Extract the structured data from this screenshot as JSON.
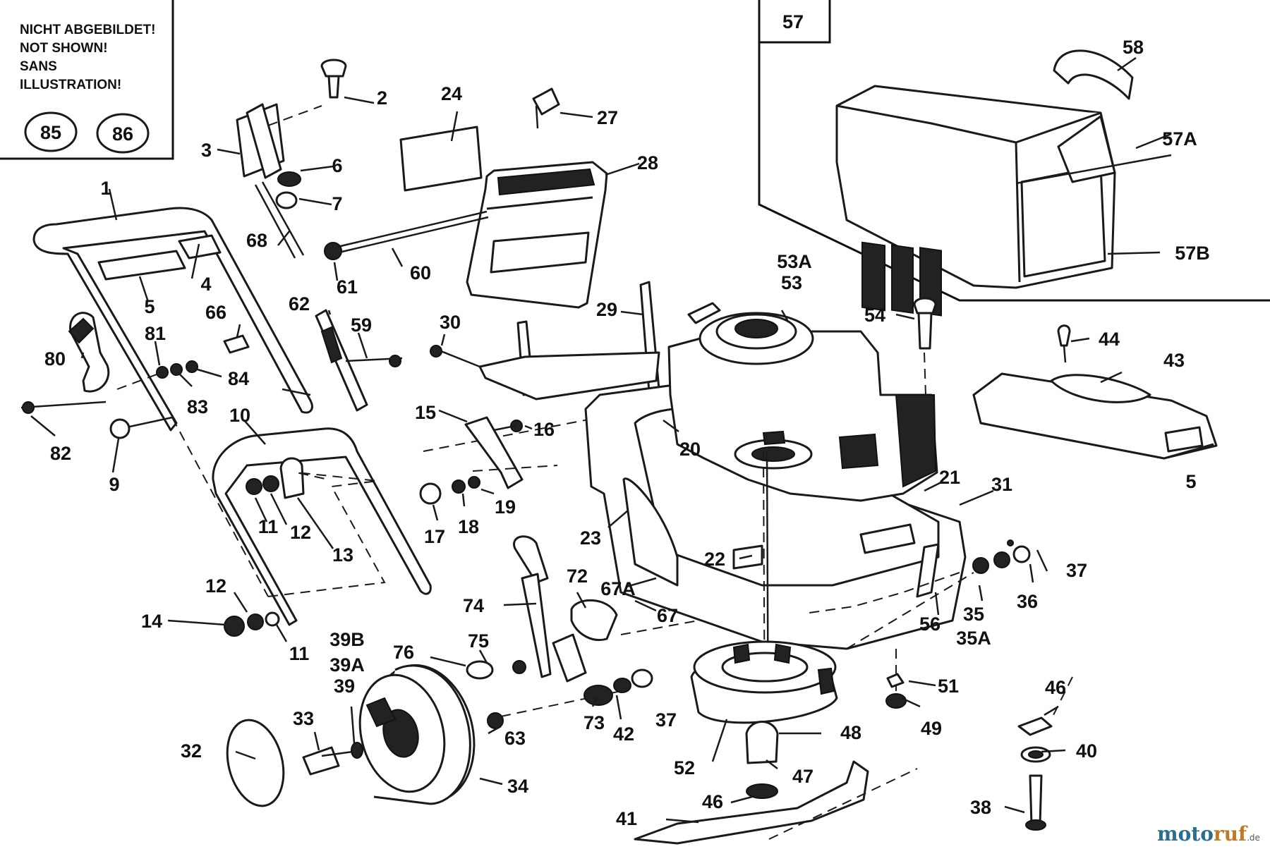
{
  "note": {
    "lines": [
      "NICHT ABGEBILDET!",
      "NOT SHOWN!",
      "SANS",
      "ILLUSTRATION!"
    ],
    "parts": [
      "85",
      "86"
    ]
  },
  "inset_box_label": "57",
  "watermark": {
    "part1": "moto",
    "part2": "ruf",
    "suffix": ".de"
  },
  "labels": [
    {
      "id": "p1",
      "text": "1"
    },
    {
      "id": "p2",
      "text": "2"
    },
    {
      "id": "p3",
      "text": "3"
    },
    {
      "id": "p4",
      "text": "4"
    },
    {
      "id": "p5a",
      "text": "5"
    },
    {
      "id": "p5b",
      "text": "5"
    },
    {
      "id": "p6",
      "text": "6"
    },
    {
      "id": "p7",
      "text": "7"
    },
    {
      "id": "p9",
      "text": "9"
    },
    {
      "id": "p10",
      "text": "10"
    },
    {
      "id": "p11a",
      "text": "11"
    },
    {
      "id": "p11b",
      "text": "11"
    },
    {
      "id": "p12a",
      "text": "12"
    },
    {
      "id": "p12b",
      "text": "12"
    },
    {
      "id": "p13",
      "text": "13"
    },
    {
      "id": "p14",
      "text": "14"
    },
    {
      "id": "p15",
      "text": "15"
    },
    {
      "id": "p16",
      "text": "16"
    },
    {
      "id": "p17",
      "text": "17"
    },
    {
      "id": "p18",
      "text": "18"
    },
    {
      "id": "p19",
      "text": "19"
    },
    {
      "id": "p20",
      "text": "20"
    },
    {
      "id": "p21",
      "text": "21"
    },
    {
      "id": "p22",
      "text": "22"
    },
    {
      "id": "p23",
      "text": "23"
    },
    {
      "id": "p24",
      "text": "24"
    },
    {
      "id": "p27",
      "text": "27"
    },
    {
      "id": "p28",
      "text": "28"
    },
    {
      "id": "p29",
      "text": "29"
    },
    {
      "id": "p30",
      "text": "30"
    },
    {
      "id": "p31",
      "text": "31"
    },
    {
      "id": "p32",
      "text": "32"
    },
    {
      "id": "p33",
      "text": "33"
    },
    {
      "id": "p34",
      "text": "34"
    },
    {
      "id": "p35",
      "text": "35"
    },
    {
      "id": "p35a",
      "text": "35A"
    },
    {
      "id": "p36",
      "text": "36"
    },
    {
      "id": "p37a",
      "text": "37"
    },
    {
      "id": "p37b",
      "text": "37"
    },
    {
      "id": "p38",
      "text": "38"
    },
    {
      "id": "p39",
      "text": "39"
    },
    {
      "id": "p39a",
      "text": "39A"
    },
    {
      "id": "p39b",
      "text": "39B"
    },
    {
      "id": "p40",
      "text": "40"
    },
    {
      "id": "p41",
      "text": "41"
    },
    {
      "id": "p42",
      "text": "42"
    },
    {
      "id": "p43",
      "text": "43"
    },
    {
      "id": "p44",
      "text": "44"
    },
    {
      "id": "p46a",
      "text": "46"
    },
    {
      "id": "p46b",
      "text": "46"
    },
    {
      "id": "p47",
      "text": "47"
    },
    {
      "id": "p48",
      "text": "48"
    },
    {
      "id": "p49",
      "text": "49"
    },
    {
      "id": "p51",
      "text": "51"
    },
    {
      "id": "p52",
      "text": "52"
    },
    {
      "id": "p53",
      "text": "53"
    },
    {
      "id": "p53a",
      "text": "53A"
    },
    {
      "id": "p54",
      "text": "54"
    },
    {
      "id": "p56",
      "text": "56"
    },
    {
      "id": "p57a",
      "text": "57A"
    },
    {
      "id": "p57b",
      "text": "57B"
    },
    {
      "id": "p58",
      "text": "58"
    },
    {
      "id": "p59",
      "text": "59"
    },
    {
      "id": "p60",
      "text": "60"
    },
    {
      "id": "p61",
      "text": "61"
    },
    {
      "id": "p62",
      "text": "62"
    },
    {
      "id": "p63",
      "text": "63"
    },
    {
      "id": "p66",
      "text": "66"
    },
    {
      "id": "p67",
      "text": "67"
    },
    {
      "id": "p67a",
      "text": "67A"
    },
    {
      "id": "p68",
      "text": "68"
    },
    {
      "id": "p72",
      "text": "72"
    },
    {
      "id": "p73",
      "text": "73"
    },
    {
      "id": "p74",
      "text": "74"
    },
    {
      "id": "p75",
      "text": "75"
    },
    {
      "id": "p76",
      "text": "76"
    },
    {
      "id": "p80",
      "text": "80"
    },
    {
      "id": "p81",
      "text": "81"
    },
    {
      "id": "p82",
      "text": "82"
    },
    {
      "id": "p83",
      "text": "83"
    },
    {
      "id": "p84",
      "text": "84"
    }
  ]
}
